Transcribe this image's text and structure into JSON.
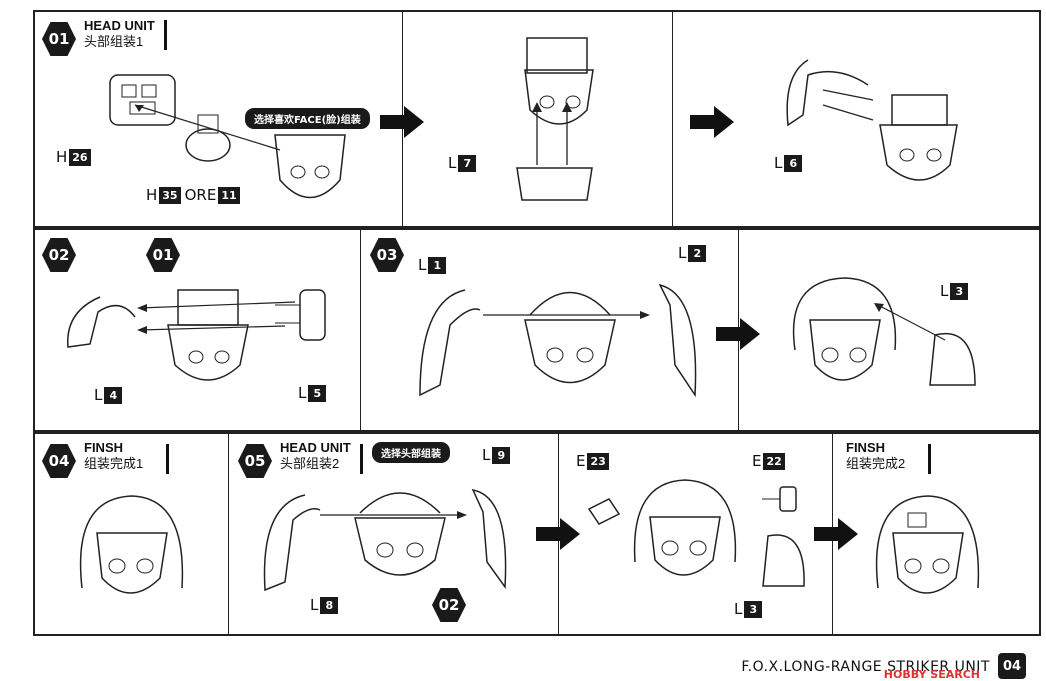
{
  "steps": {
    "s01": {
      "num": "01",
      "title_en": "HEAD UNIT",
      "title_zh": "头部组装1",
      "tag": "选择喜欢FACE(脸)组装"
    },
    "s02": {
      "num": "02"
    },
    "s03": {
      "num": "03"
    },
    "s04": {
      "num": "04",
      "title_en": "FINSH",
      "title_zh": "组装完成1"
    },
    "s05": {
      "num": "05",
      "title_en": "HEAD UNIT",
      "title_zh": "头部组装2",
      "tag": "选择头部组装"
    },
    "s06": {
      "title_en": "FINSH",
      "title_zh": "组装完成2"
    }
  },
  "parts": {
    "h26": {
      "prefix": "H",
      "num": "26"
    },
    "h35": {
      "prefix": "H",
      "num": "35"
    },
    "or_e": "ORE",
    "e11": {
      "num": "11"
    },
    "l7": {
      "prefix": "L",
      "num": "7"
    },
    "l6": {
      "prefix": "L",
      "num": "6"
    },
    "ref01": "01",
    "l4": {
      "prefix": "L",
      "num": "4"
    },
    "l5": {
      "prefix": "L",
      "num": "5"
    },
    "l1": {
      "prefix": "L",
      "num": "1"
    },
    "l2": {
      "prefix": "L",
      "num": "2"
    },
    "l3a": {
      "prefix": "L",
      "num": "3"
    },
    "l9": {
      "prefix": "L",
      "num": "9"
    },
    "l8": {
      "prefix": "L",
      "num": "8"
    },
    "ref02": "02",
    "e23": {
      "prefix": "E",
      "num": "23"
    },
    "e22": {
      "prefix": "E",
      "num": "22"
    },
    "l3b": {
      "prefix": "L",
      "num": "3"
    }
  },
  "footer": {
    "title": "F.O.X.LONG-RANGE STRIKER UNIT",
    "page": "04",
    "watermark": "HOBBY SEARCH"
  }
}
